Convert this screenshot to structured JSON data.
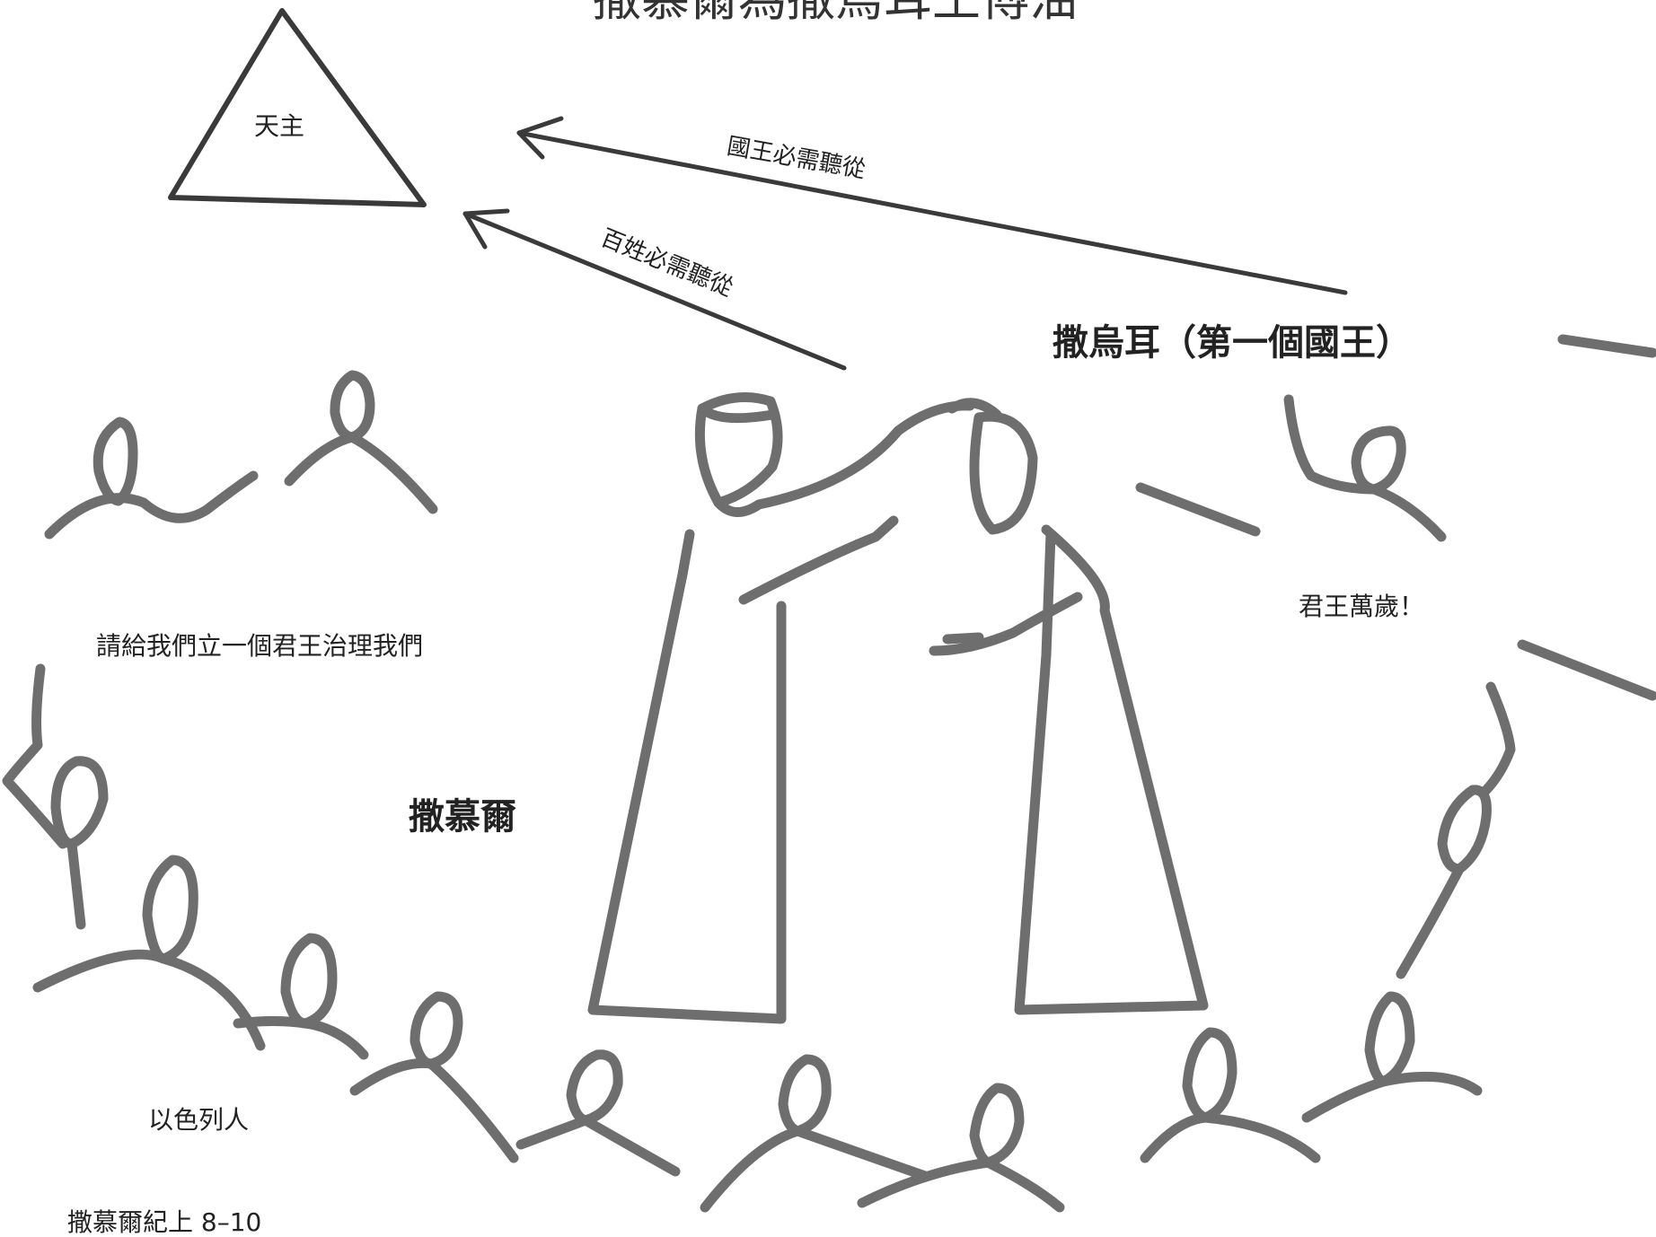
{
  "title": "撒慕爾為撒烏耳王傅油",
  "labels": {
    "god": "天主",
    "king_must_obey": "國王必需聽從",
    "people_must_obey": "百姓必需聽從",
    "saul": "撒烏耳（第一個國王）",
    "samuel": "撒慕爾",
    "request": "請給我們立一個君王治理我們",
    "long_live": "君王萬歲！",
    "israelites": "以色列人",
    "reference": "撒慕爾紀上 8–10"
  }
}
